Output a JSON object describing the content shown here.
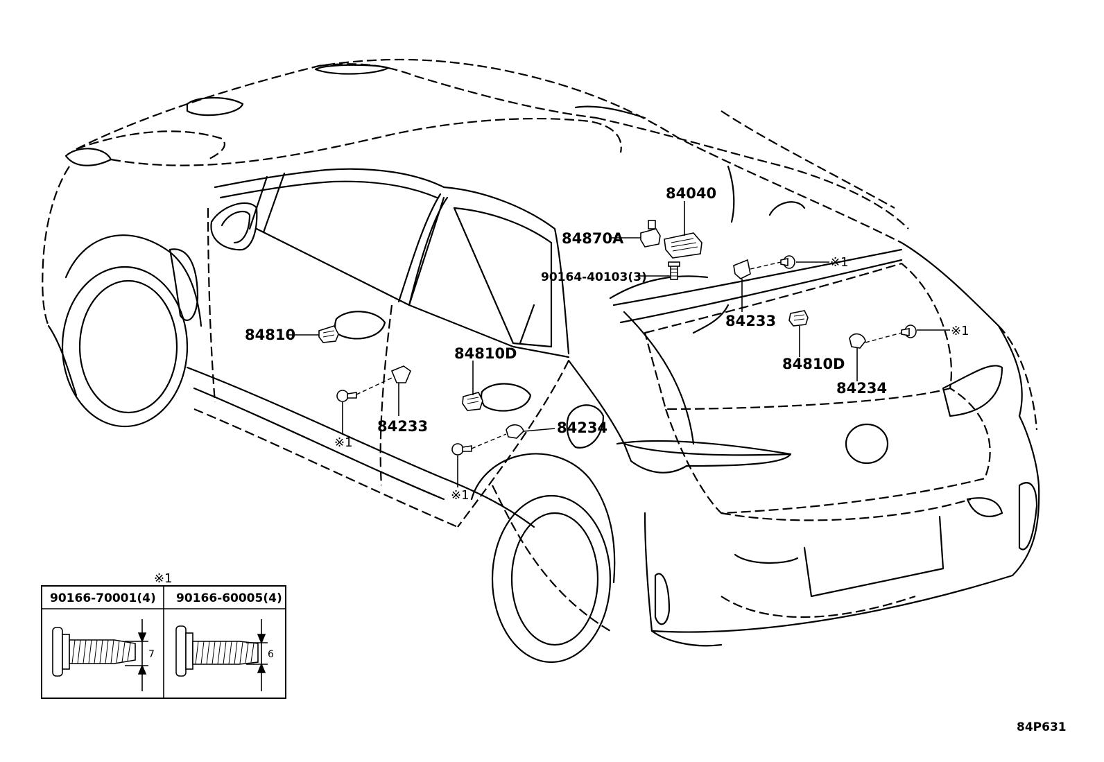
{
  "diagram_id": "84P631",
  "callouts": {
    "c84040": "84040",
    "c84870A": "84870A",
    "c90164": "90164-40103(3)",
    "c84233_right": "84233",
    "c84233_left": "84233",
    "c84810": "84810",
    "c84810D_left": "84810D",
    "c84810D_right": "84810D",
    "c84234_left": "84234",
    "c84234_right": "84234",
    "mark_top": "※1",
    "mark_mid": "※1",
    "mark_left1": "※1",
    "mark_left2": "※1"
  },
  "legend": {
    "mark": "※1",
    "col1": {
      "part": "90166-70001(4)",
      "dim": "7"
    },
    "col2": {
      "part": "90166-60005(4)",
      "dim": "6"
    }
  }
}
